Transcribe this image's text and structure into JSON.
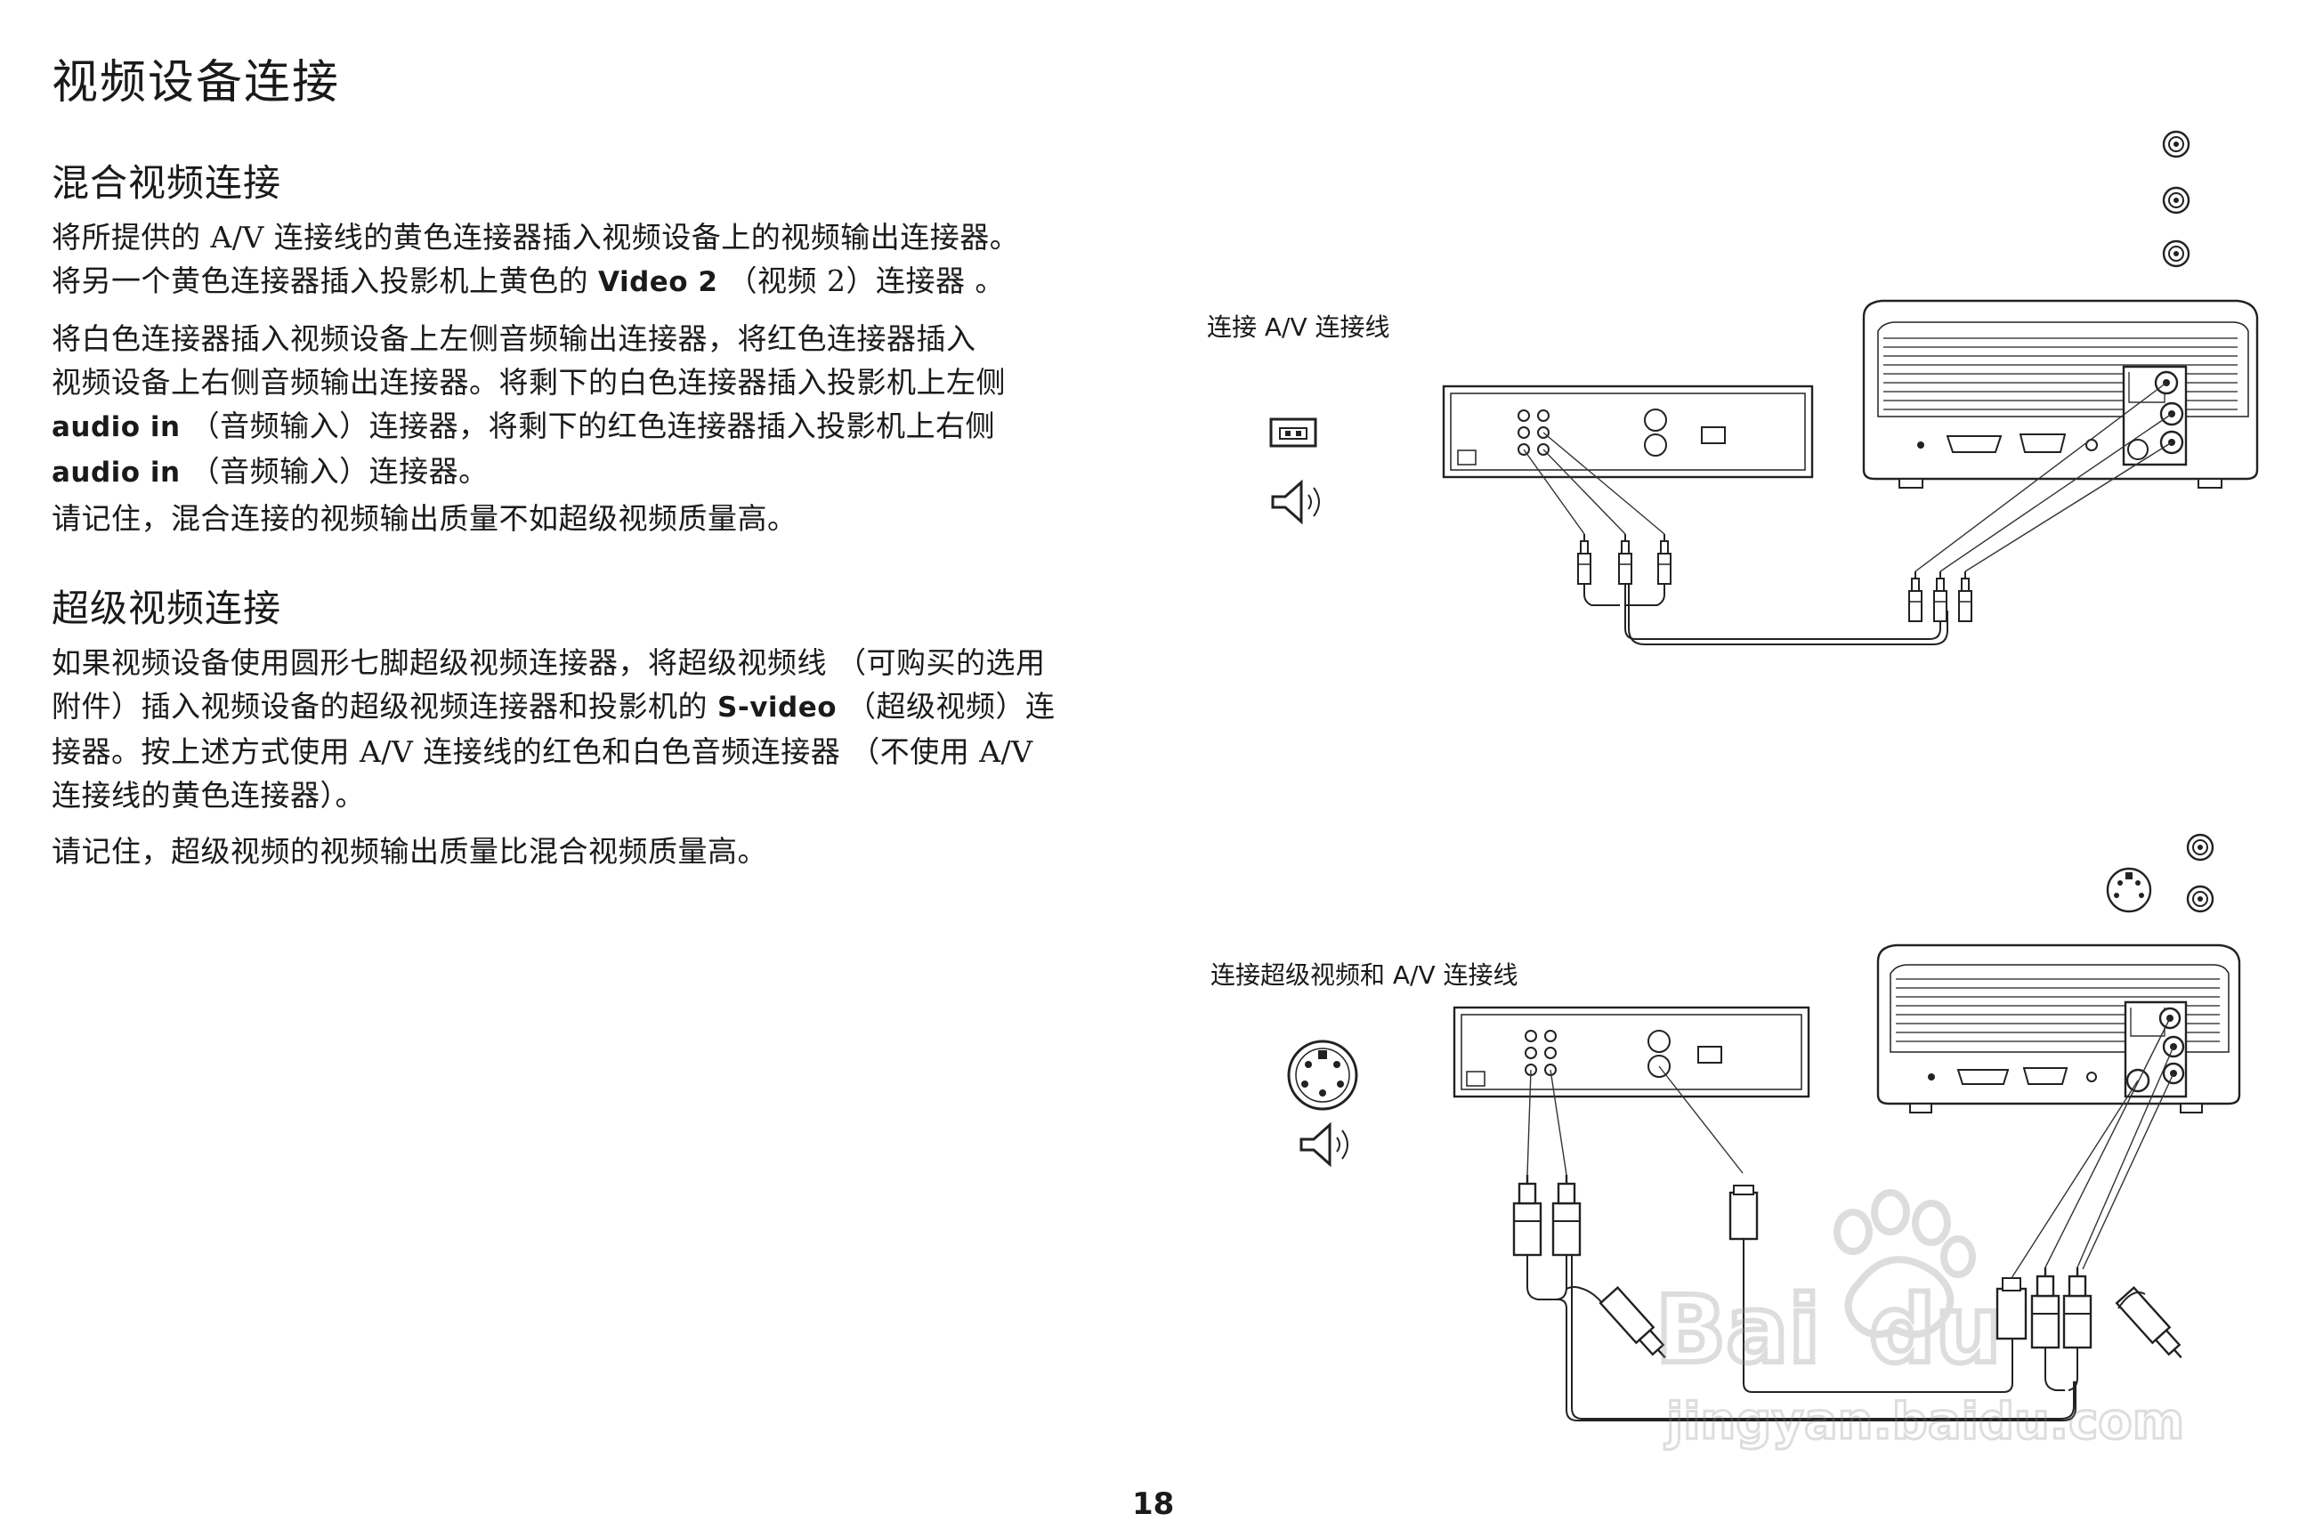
{
  "page": {
    "title": "视频设备连接",
    "page_number": "18"
  },
  "composite": {
    "heading": "混合视频连接",
    "p1": {
      "l1": "将所提供的 A/V 连接线的黄色连接器插入视频设备上的视频输出连接器。",
      "l2_pre": "将另一个黄色连接器插入投影机上黄色的 ",
      "l2_bold": "Video 2",
      "l2_post": "（视频 2）连接器 。"
    },
    "p2": {
      "l1": "将白色连接器插入视频设备上左侧音频输出连接器，将红色连接器插入",
      "l2": "视频设备上右侧音频输出连接器。将剩下的白色连接器插入投影机上左侧",
      "l3_bold": "audio in",
      "l3_post": "（音频输入）连接器，将剩下的红色连接器插入投影机上右侧",
      "l4_bold": "audio in",
      "l4_post": "（音频输入）连接器。"
    },
    "p3": "请记住，混合连接的视频输出质量不如超级视频质量高。"
  },
  "svideo": {
    "heading": "超级视频连接",
    "p1": {
      "l1": "如果视频设备使用圆形七脚超级视频连接器，将超级视频线 （可购买的选用",
      "l2_pre": "附件）插入视频设备的超级视频连接器和投影机的 ",
      "l2_bold": "S-video",
      "l2_post": "（超级视频）连",
      "l3": "接器。按上述方式使用 A/V 连接线的红色和白色音频连接器 （不使用 A/V",
      "l4": "连接线的黄色连接器）。"
    },
    "p2": "请记住，超级视频的视频输出质量比混合视频质量高。"
  },
  "figures": {
    "fig1_caption": "连接  A/V 连接线",
    "fig2_caption": "连接超级视频和 A/V 连接线",
    "icons": [
      "rca-jack-icon",
      "video-connector-icon",
      "speaker-icon",
      "svideo-connector-icon",
      "projector-icon",
      "video-device-icon",
      "cable-plug-icon"
    ]
  },
  "watermark": {
    "logo_text": "Bai du",
    "url_text": "jingyan.baidu.com"
  }
}
